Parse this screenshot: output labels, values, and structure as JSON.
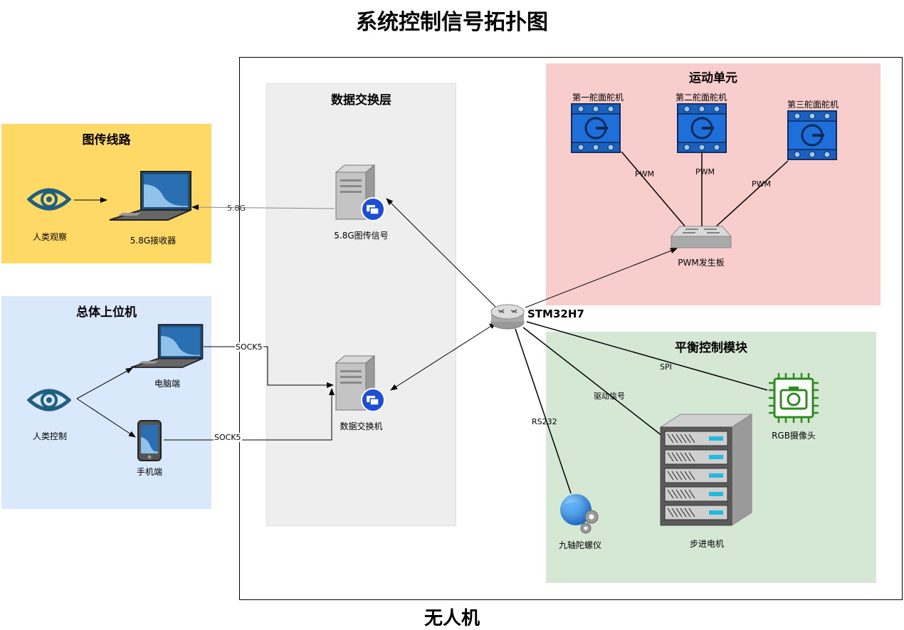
{
  "title": "系统控制信号拓扑图",
  "frame_label": "无人机",
  "groups": {
    "video": {
      "title": "图传线路",
      "color": "#ffd966"
    },
    "host": {
      "title": "总体上位机",
      "color": "#dae8fc"
    },
    "exchange": {
      "title": "数据交换层",
      "color": "#eeeeee"
    },
    "motion": {
      "title": "运动单元",
      "color": "#f8cecc"
    },
    "balance": {
      "title": "平衡控制模块",
      "color": "#d5e8d4"
    }
  },
  "nodes": {
    "eye_observe": "人类观察",
    "receiver": "5.8G接收器",
    "eye_control": "人类控制",
    "pc": "电脑端",
    "phone": "手机端",
    "video_signal": "5.8G图传信号",
    "switch": "数据交换机",
    "stm": "STM32H7",
    "servo1": "第一舵面舵机",
    "servo2": "第二舵面舵机",
    "servo3": "第三舵面舵机",
    "pwm_board": "PWM发生板",
    "camera": "RGB摄像头",
    "stepper": "步进电机",
    "gyro": "九轴陀螺仪"
  },
  "edges": {
    "g58": "5.8G",
    "sock_pc": "SOCK5",
    "sock_phone": "SOCK5",
    "pwm1": "PWM",
    "pwm2": "PWM",
    "pwm3": "PWM",
    "spi": "SPI",
    "drive": "驱动信号",
    "rs232": "RS232"
  }
}
